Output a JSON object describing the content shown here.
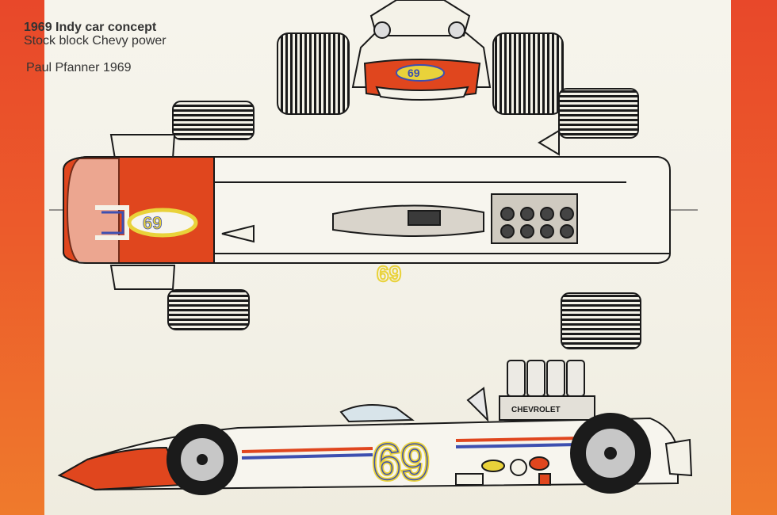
{
  "caption": {
    "title": "1969 Indy car concept",
    "subtitle": "Stock block Chevy power",
    "author": "Paul Pfanner 1969"
  },
  "colors": {
    "background_top": "#e8482a",
    "background_bottom": "#ef7a2c",
    "paper": "#f4f2e8",
    "livery_red": "#e0461e",
    "livery_blue": "#3d4fb0",
    "livery_yellow": "#e9d23a",
    "ink": "#1a1a1a"
  },
  "drawing": {
    "car_number": "69",
    "engine_label": "CHEVROLET"
  }
}
